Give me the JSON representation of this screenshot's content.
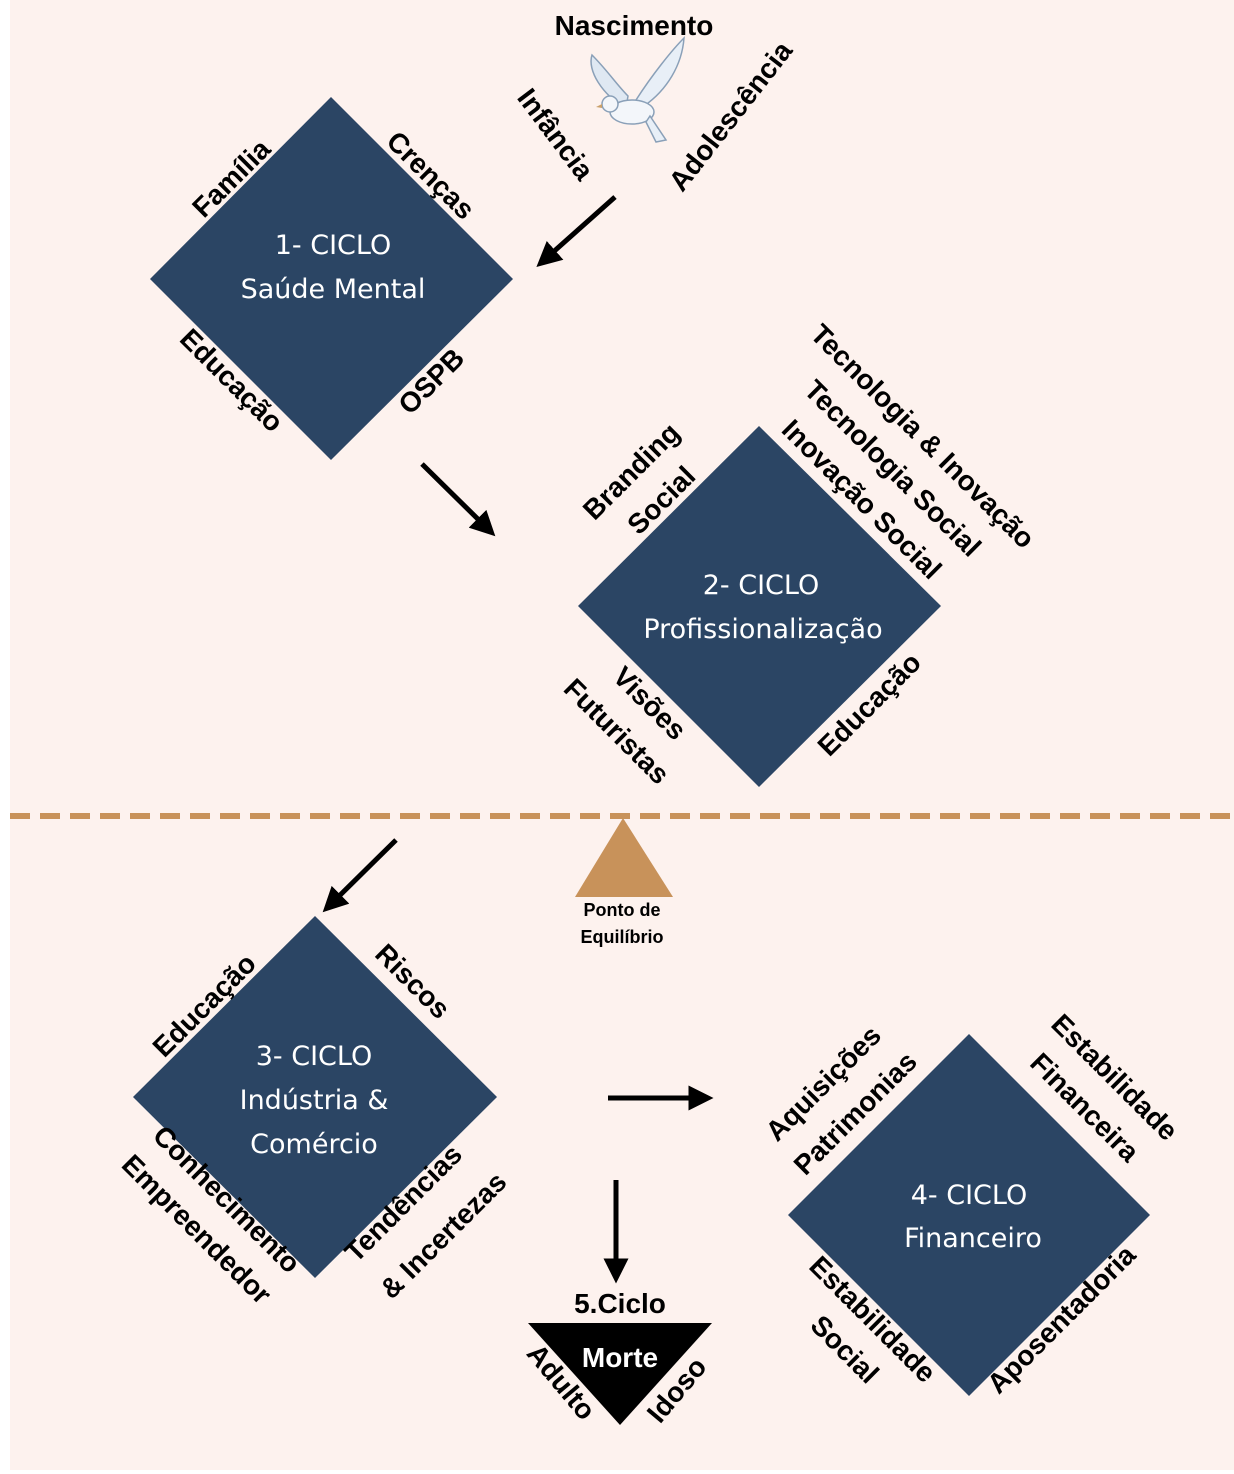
{
  "top": {
    "title": "Nascimento",
    "left": "Infância",
    "right": "Adolescência"
  },
  "cycle1": {
    "line1": "1- CICLO",
    "line2": "Saúde Mental",
    "labels": {
      "tl": "Família",
      "tr": "Crenças",
      "bl": "Educação",
      "br": "OSPB"
    }
  },
  "cycle2": {
    "line1": "2- CICLO",
    "line2": "Profissionalização",
    "labels": {
      "tl1": "Branding",
      "tl2": "Social",
      "tr1": "Tecnologia & Inovação",
      "tr2": "Tecnologia Social",
      "tr3": "Inovação Social",
      "bl1": "Visões",
      "bl2": "Futuristas",
      "br": "Educação"
    }
  },
  "balance": {
    "line1": "Ponto de",
    "line2": "Equilíbrio"
  },
  "cycle3": {
    "line1": "3- CICLO",
    "line2": "Indústria &",
    "line3": "Comércio",
    "labels": {
      "tl": "Educação",
      "tr": "Riscos",
      "bl1": "Conhecimento",
      "bl2": "Empreendedor",
      "br1": "Tendências",
      "br2": "& Incertezas"
    }
  },
  "cycle4": {
    "line1": "4- CICLO",
    "line2": "Financeiro",
    "labels": {
      "tl1": "Aquisições",
      "tl2": "Patrimonias",
      "tr1": "Estabilidade",
      "tr2": "Financeira",
      "bl1": "Estabilidade",
      "bl2": "Social",
      "br": "Aposentadoria"
    }
  },
  "cycle5": {
    "title": "5.Ciclo",
    "center": "Morte",
    "left": "Adulto",
    "right": "Idoso"
  },
  "colors": {
    "background": "#fdf2ee",
    "diamond": "#2b4564",
    "balance": "#c8925a",
    "text": "#000000"
  }
}
